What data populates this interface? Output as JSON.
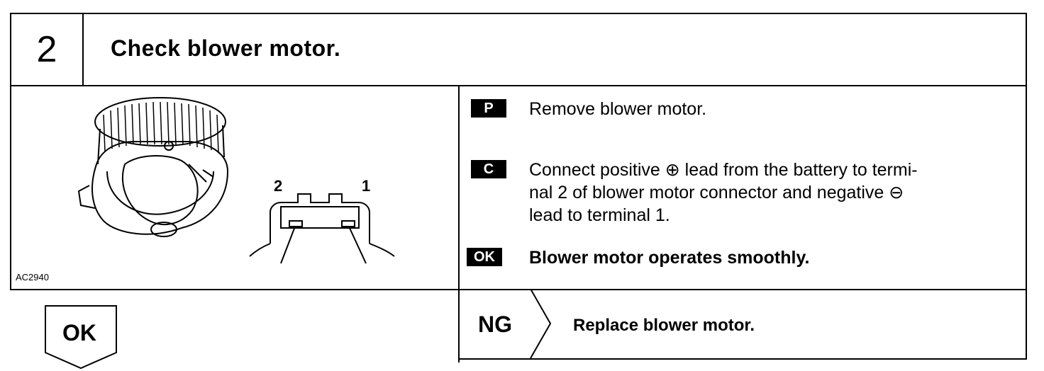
{
  "step": {
    "number": "2",
    "title": "Check blower motor."
  },
  "illustration": {
    "code": "AC2940",
    "terminal_2": "2",
    "terminal_1": "1"
  },
  "instructions": [
    {
      "badge": "P",
      "lines": [
        "Remove blower motor."
      ]
    },
    {
      "badge": "C",
      "lines": [
        "Connect positive ⊕ lead from the battery to termi-",
        "nal 2 of blower motor connector and negative ⊖",
        "lead to terminal 1."
      ]
    },
    {
      "badge": "OK",
      "lines": [
        "Blower motor operates smoothly."
      ]
    }
  ],
  "ng": {
    "label": "NG",
    "action": "Replace blower motor."
  },
  "ok_arrow": {
    "label": "OK"
  }
}
